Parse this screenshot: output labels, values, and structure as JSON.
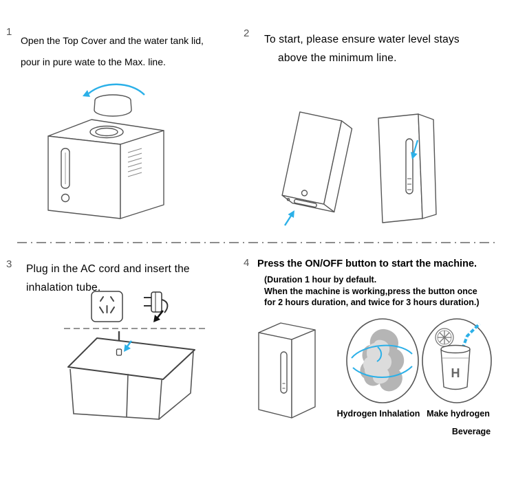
{
  "colors": {
    "accent": "#2bb0e8",
    "line_art": "#555555",
    "text": "#000000"
  },
  "steps": {
    "step1": {
      "number": "1",
      "line1": "Open the Top Cover and the water tank lid,",
      "line2": "pour in pure wate to the Max. line."
    },
    "step2": {
      "number": "2",
      "line1": "To start, please ensure water level stays",
      "line2": "above the minimum line."
    },
    "step3": {
      "number": "3",
      "line1": "Plug in the AC cord and insert the",
      "line2": "inhalation tube."
    },
    "step4": {
      "number": "4",
      "title": "Press the ON/OFF button to start the machine.",
      "note1": "(Duration 1 hour by default.",
      "note2": "When the machine is working,press the  button once",
      "note3": "for 2 hours duration, and twice for 3 hours duration.)",
      "cup_letter": "H"
    }
  },
  "captions": {
    "inhalation": "Hydrogen Inhalation",
    "beverage_line1": "Make hydrogen",
    "beverage_line2": "Beverage"
  }
}
